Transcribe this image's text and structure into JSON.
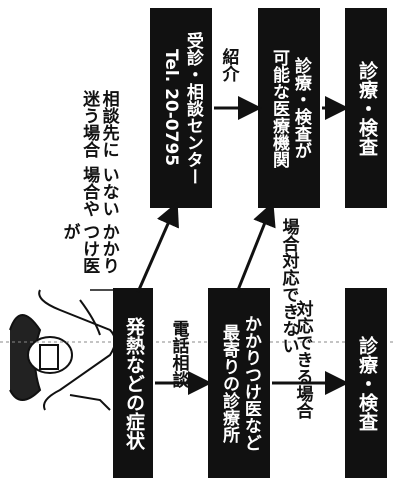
{
  "boxes": {
    "symptom": "発熱などの症状",
    "consult_center": [
      "受診・相談センター",
      "Tel. 20-0795"
    ],
    "clinic": [
      "かかりつけ医など",
      "最寄りの診療所"
    ],
    "capable_inst": [
      "診療・検査が",
      "可能な医療機関"
    ],
    "exam_top": "診療・検査",
    "exam_bottom": "診療・検査"
  },
  "labels": {
    "no_doctor": [
      "かかりつけ医が",
      "いない場合や",
      "相談先に迷う場合"
    ],
    "phone": "電話相談",
    "cannot": [
      "対応できない",
      "場合"
    ],
    "referral": "紹介",
    "can": "対応できる場合"
  }
}
